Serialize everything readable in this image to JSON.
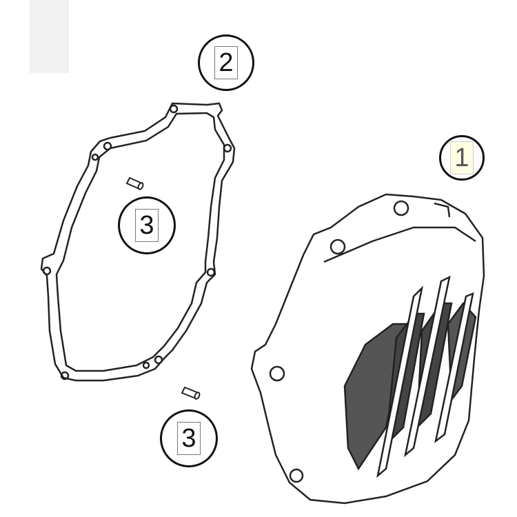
{
  "diagram": {
    "type": "exploded parts diagram",
    "callouts": [
      {
        "id": "1",
        "label": "1",
        "part": "ignition cover",
        "highlighted": true
      },
      {
        "id": "2",
        "label": "2",
        "part": "gasket"
      },
      {
        "id": "3a",
        "label": "3",
        "part": "dowel pin (upper)"
      },
      {
        "id": "3b",
        "label": "3",
        "part": "dowel pin (lower)"
      }
    ]
  }
}
